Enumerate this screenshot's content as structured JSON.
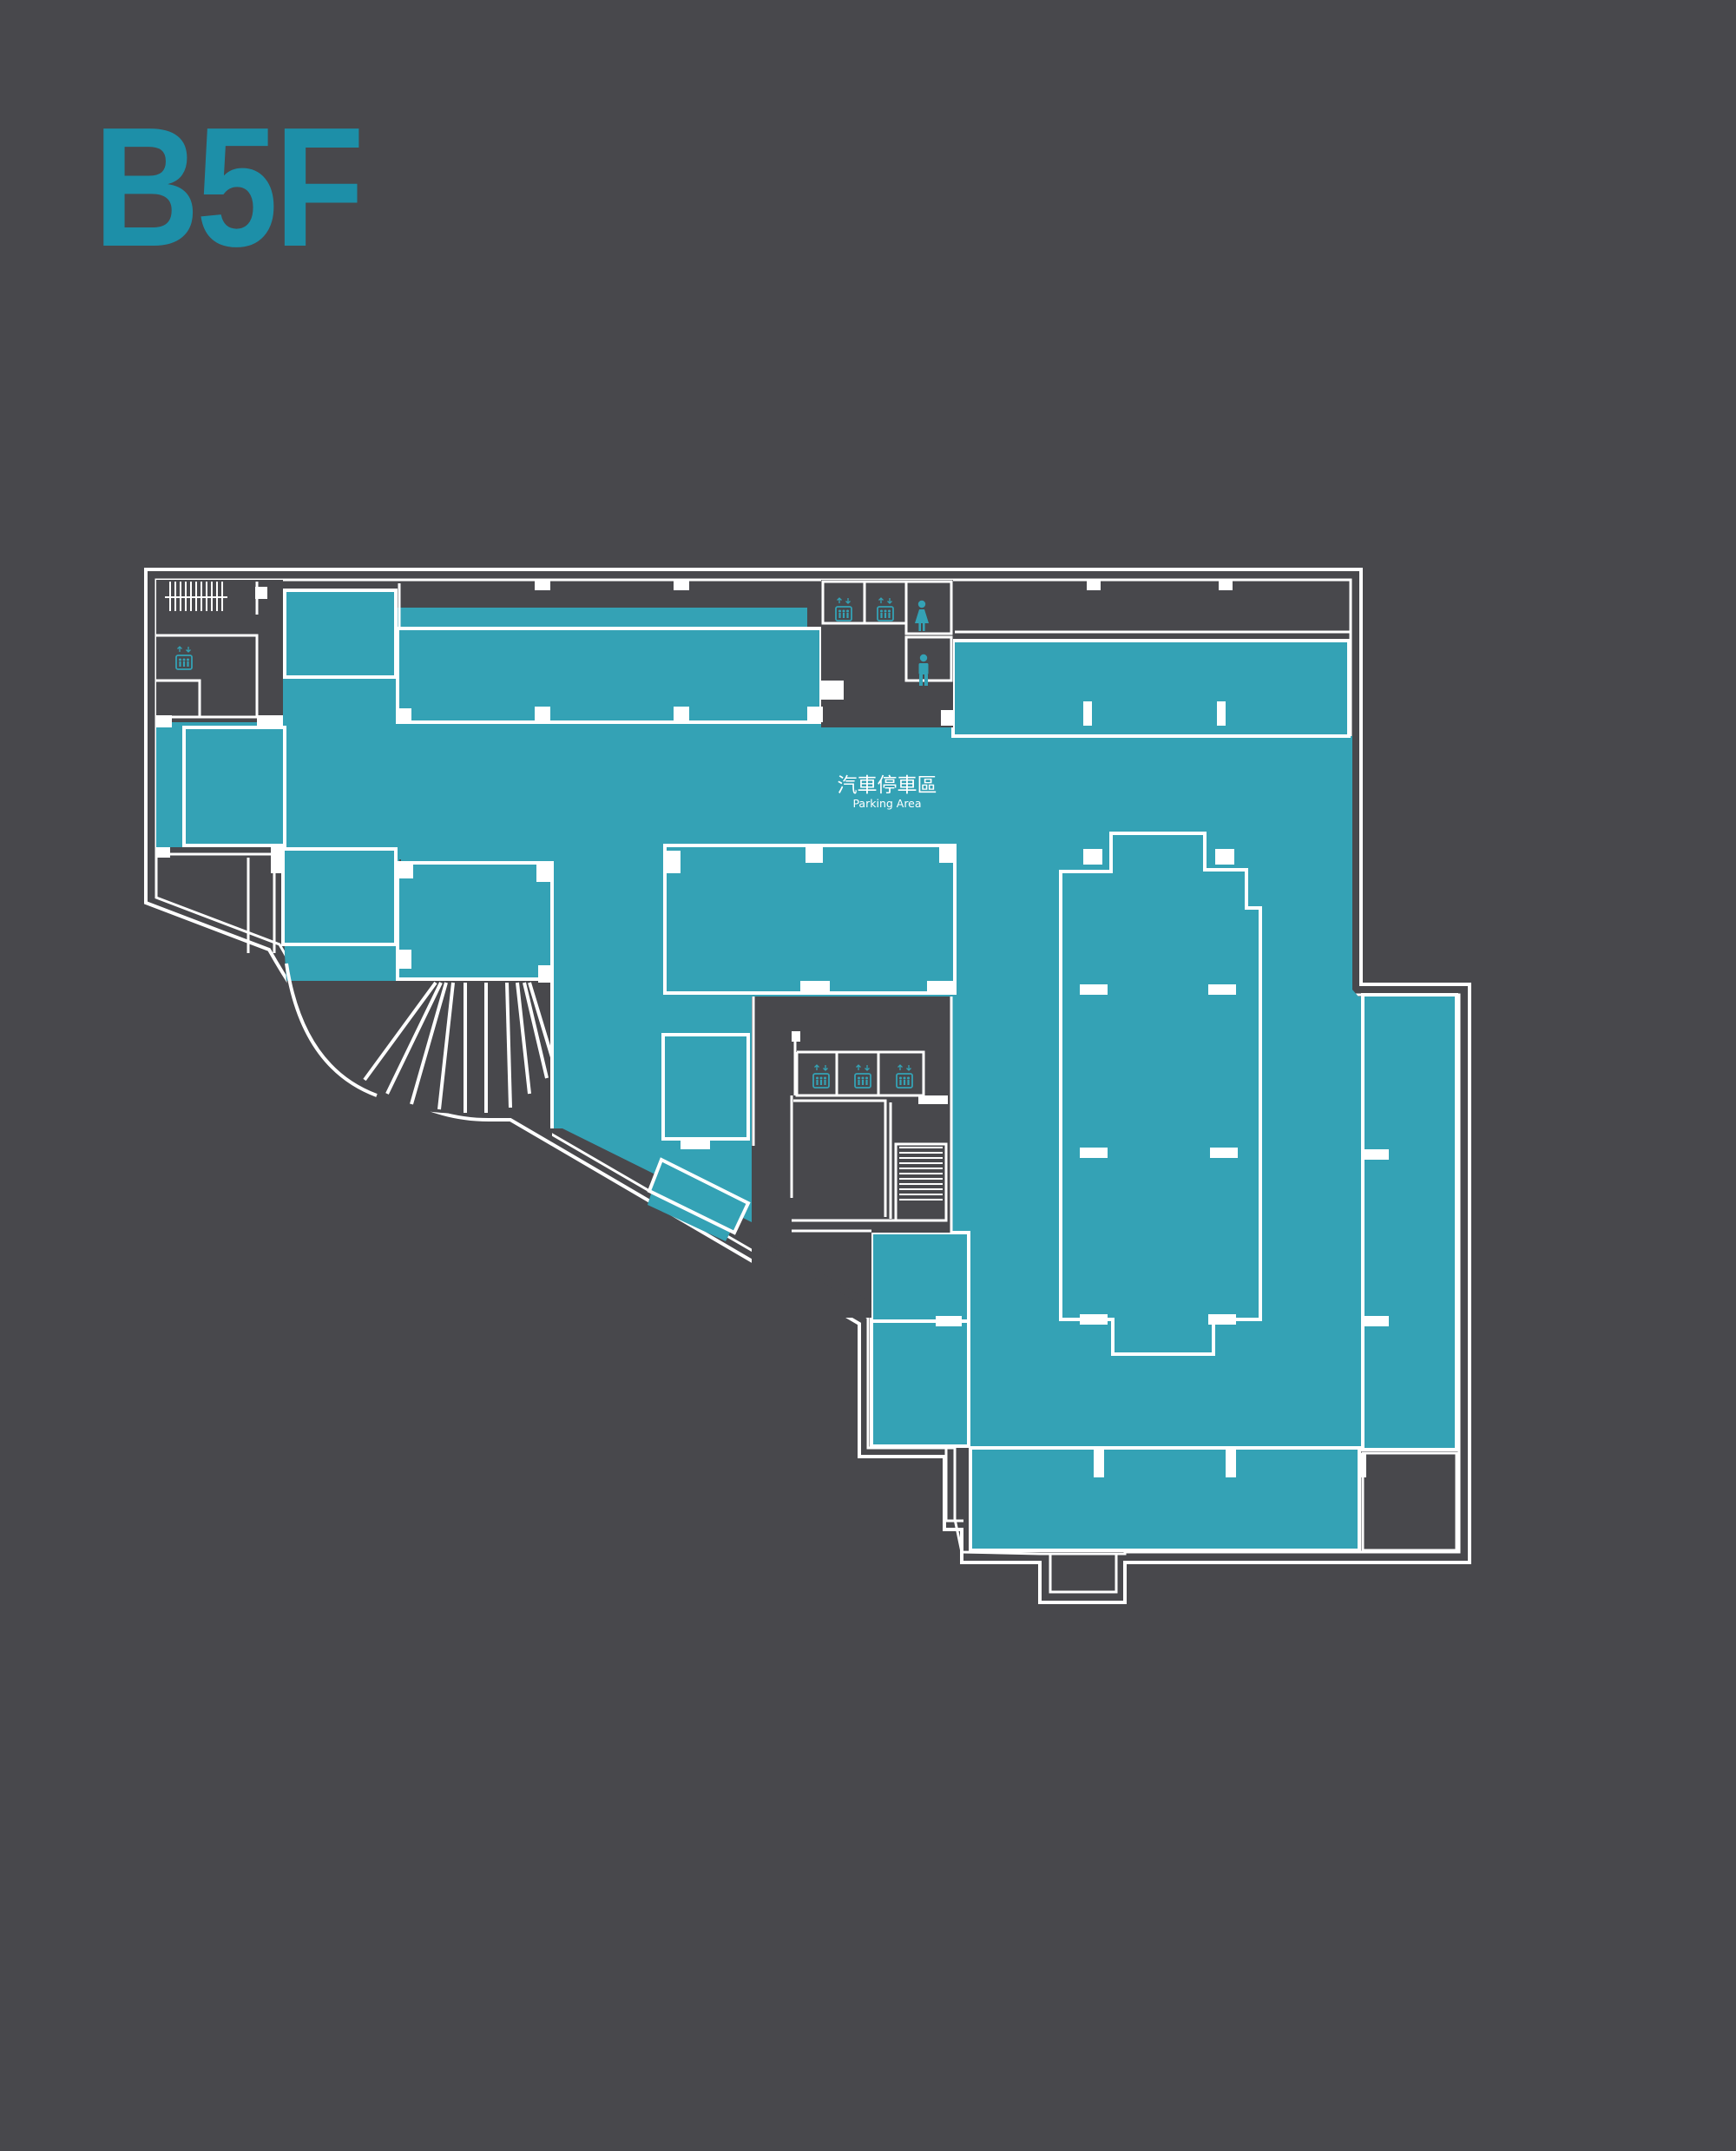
{
  "floor": {
    "title": "B5F"
  },
  "zone": {
    "label_zh": "汽車停車區",
    "label_en": "Parking Area"
  },
  "colors": {
    "background": "#48484c",
    "parking": "#34a2b5",
    "title": "#1d8fa8",
    "outline": "#ffffff"
  },
  "icons": [
    "elevator-icon",
    "restroom-female-icon",
    "restroom-male-icon",
    "stairs-icon"
  ]
}
